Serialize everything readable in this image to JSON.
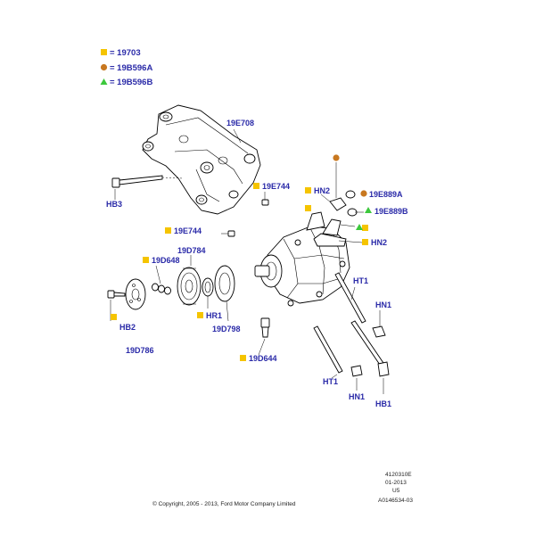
{
  "colors": {
    "label": "#2a2aa8",
    "sq": "#f5c400",
    "circle": "#c87820",
    "triangle": "#3cc83c"
  },
  "legend": [
    {
      "symbol": "square",
      "text": "= 19703"
    },
    {
      "symbol": "circle",
      "text": "= 19B596A"
    },
    {
      "symbol": "triangle",
      "text": "= 19B596B"
    }
  ],
  "labels": {
    "l_19E708": "19E708",
    "l_HB3": "HB3",
    "l_19E744a": "19E744",
    "l_19E744b": "19E744",
    "l_HN2a": "HN2",
    "l_HN2b": "HN2",
    "l_19E889A": "19E889A",
    "l_19E889B": "19E889B",
    "l_19D784": "19D784",
    "l_19D648": "19D648",
    "l_HR1": "HR1",
    "l_19D798": "19D798",
    "l_HB2": "HB2",
    "l_19D786": "19D786",
    "l_19D644": "19D644",
    "l_HT1a": "HT1",
    "l_HT1b": "HT1",
    "l_HN1a": "HN1",
    "l_HN1b": "HN1",
    "l_HB1": "HB1"
  },
  "footer": {
    "code1": "4120310E",
    "code2": "01-2013",
    "code3": "U5",
    "code4": "A0146534-03",
    "copyright": "© Copyright, 2005 - 2013, Ford Motor Company Limited"
  }
}
